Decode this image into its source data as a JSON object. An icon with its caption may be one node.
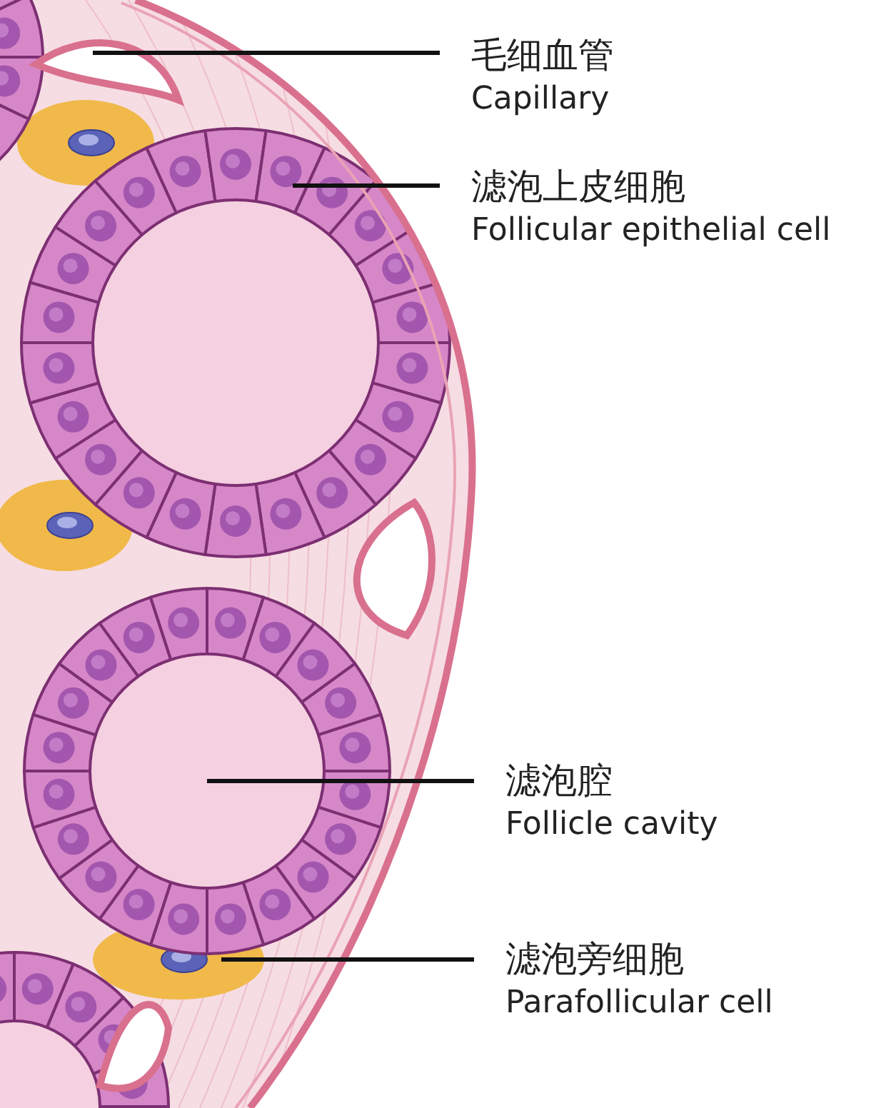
{
  "diagram": {
    "nodes": [
      {
        "text": [
          "毛细血管",
          "Capillary"
        ]
      },
      {
        "text": [
          "滤泡上皮细胞",
          "Follicular epithelial cell"
        ]
      },
      {
        "text": [
          "滤泡腔",
          "Follicle cavity"
        ]
      },
      {
        "text": [
          "滤泡旁细胞",
          "Parafollicular cell"
        ]
      }
    ],
    "edges": [
      {
        "from": 0,
        "to": null,
        "arrow": "none"
      },
      {
        "from": 1,
        "to": null,
        "arrow": "none"
      },
      {
        "from": 2,
        "to": null,
        "arrow": "none"
      },
      {
        "from": 3,
        "to": null,
        "arrow": "none"
      }
    ]
  }
}
